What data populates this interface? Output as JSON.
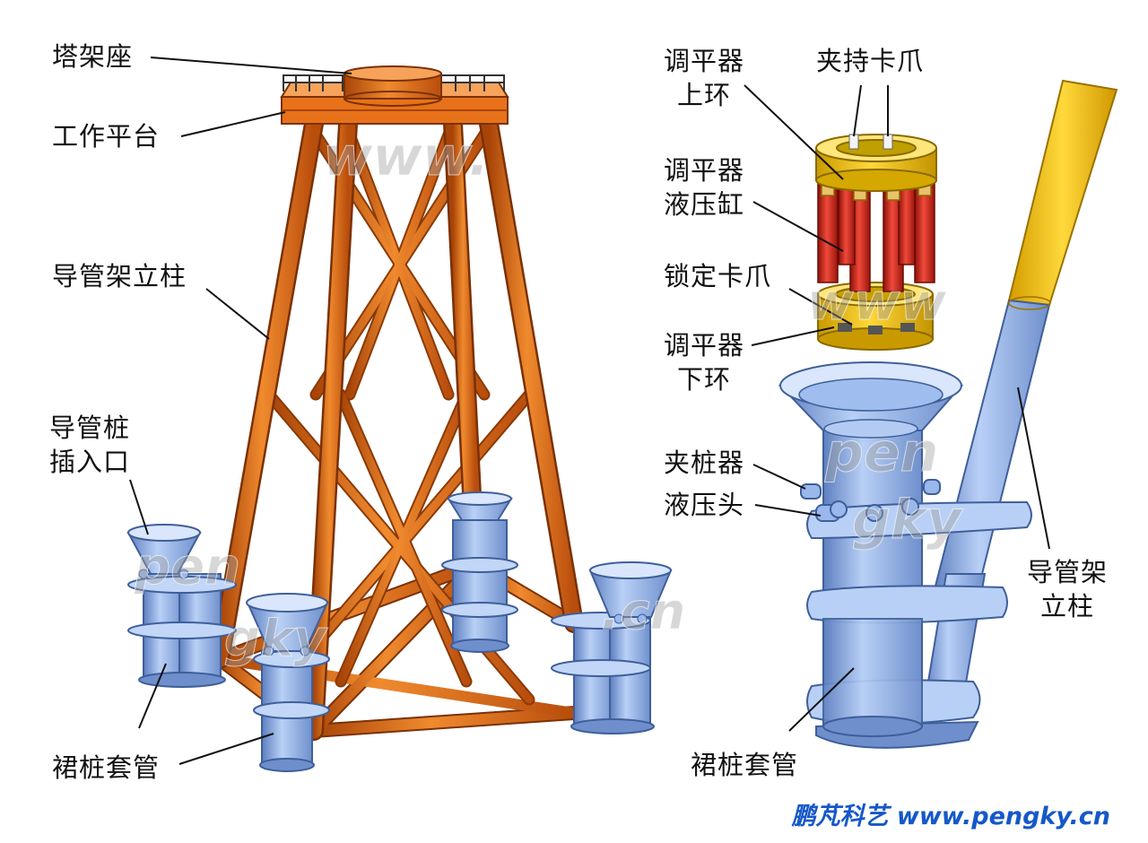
{
  "labels": {
    "tower_seat": "塔架座",
    "work_platform": "工作平台",
    "jacket_leg_left": "导管架立柱",
    "pile_inlet_l1": "导管桩",
    "pile_inlet_l2": "插入口",
    "skirt_sleeve_left": "裙桩套管",
    "leveler_upper_l1": "调平器",
    "leveler_upper_l2": "上环",
    "clamp_jaw": "夹持卡爪",
    "leveler_cyl_l1": "调平器",
    "leveler_cyl_l2": "液压缸",
    "lock_jaw": "锁定卡爪",
    "leveler_lower_l1": "调平器",
    "leveler_lower_l2": "下环",
    "pile_clamp_l1": "夹桩器",
    "pile_clamp_l2": "液压头",
    "jacket_leg_right_l1": "导管架",
    "jacket_leg_right_l2": "立柱",
    "skirt_sleeve_right": "裙桩套管"
  },
  "watermarks": {
    "w1": "www.",
    "w2": "pen",
    "w3": "gky",
    "w4": ".cn",
    "w5": "www",
    "w6": "pen",
    "w7": "gky"
  },
  "credit": "鹏芃科艺 www.pengky.cn",
  "colors": {
    "structure_orange": "#e8721a",
    "structure_dark": "#a84408",
    "sleeve_blue": "#8fb4ee",
    "sleeve_dark": "#3f5f9a",
    "ring_yellow": "#f2c400",
    "cylinder_red": "#d42a1c",
    "leader_line": "#111111",
    "credit_blue": "#1558c8"
  }
}
